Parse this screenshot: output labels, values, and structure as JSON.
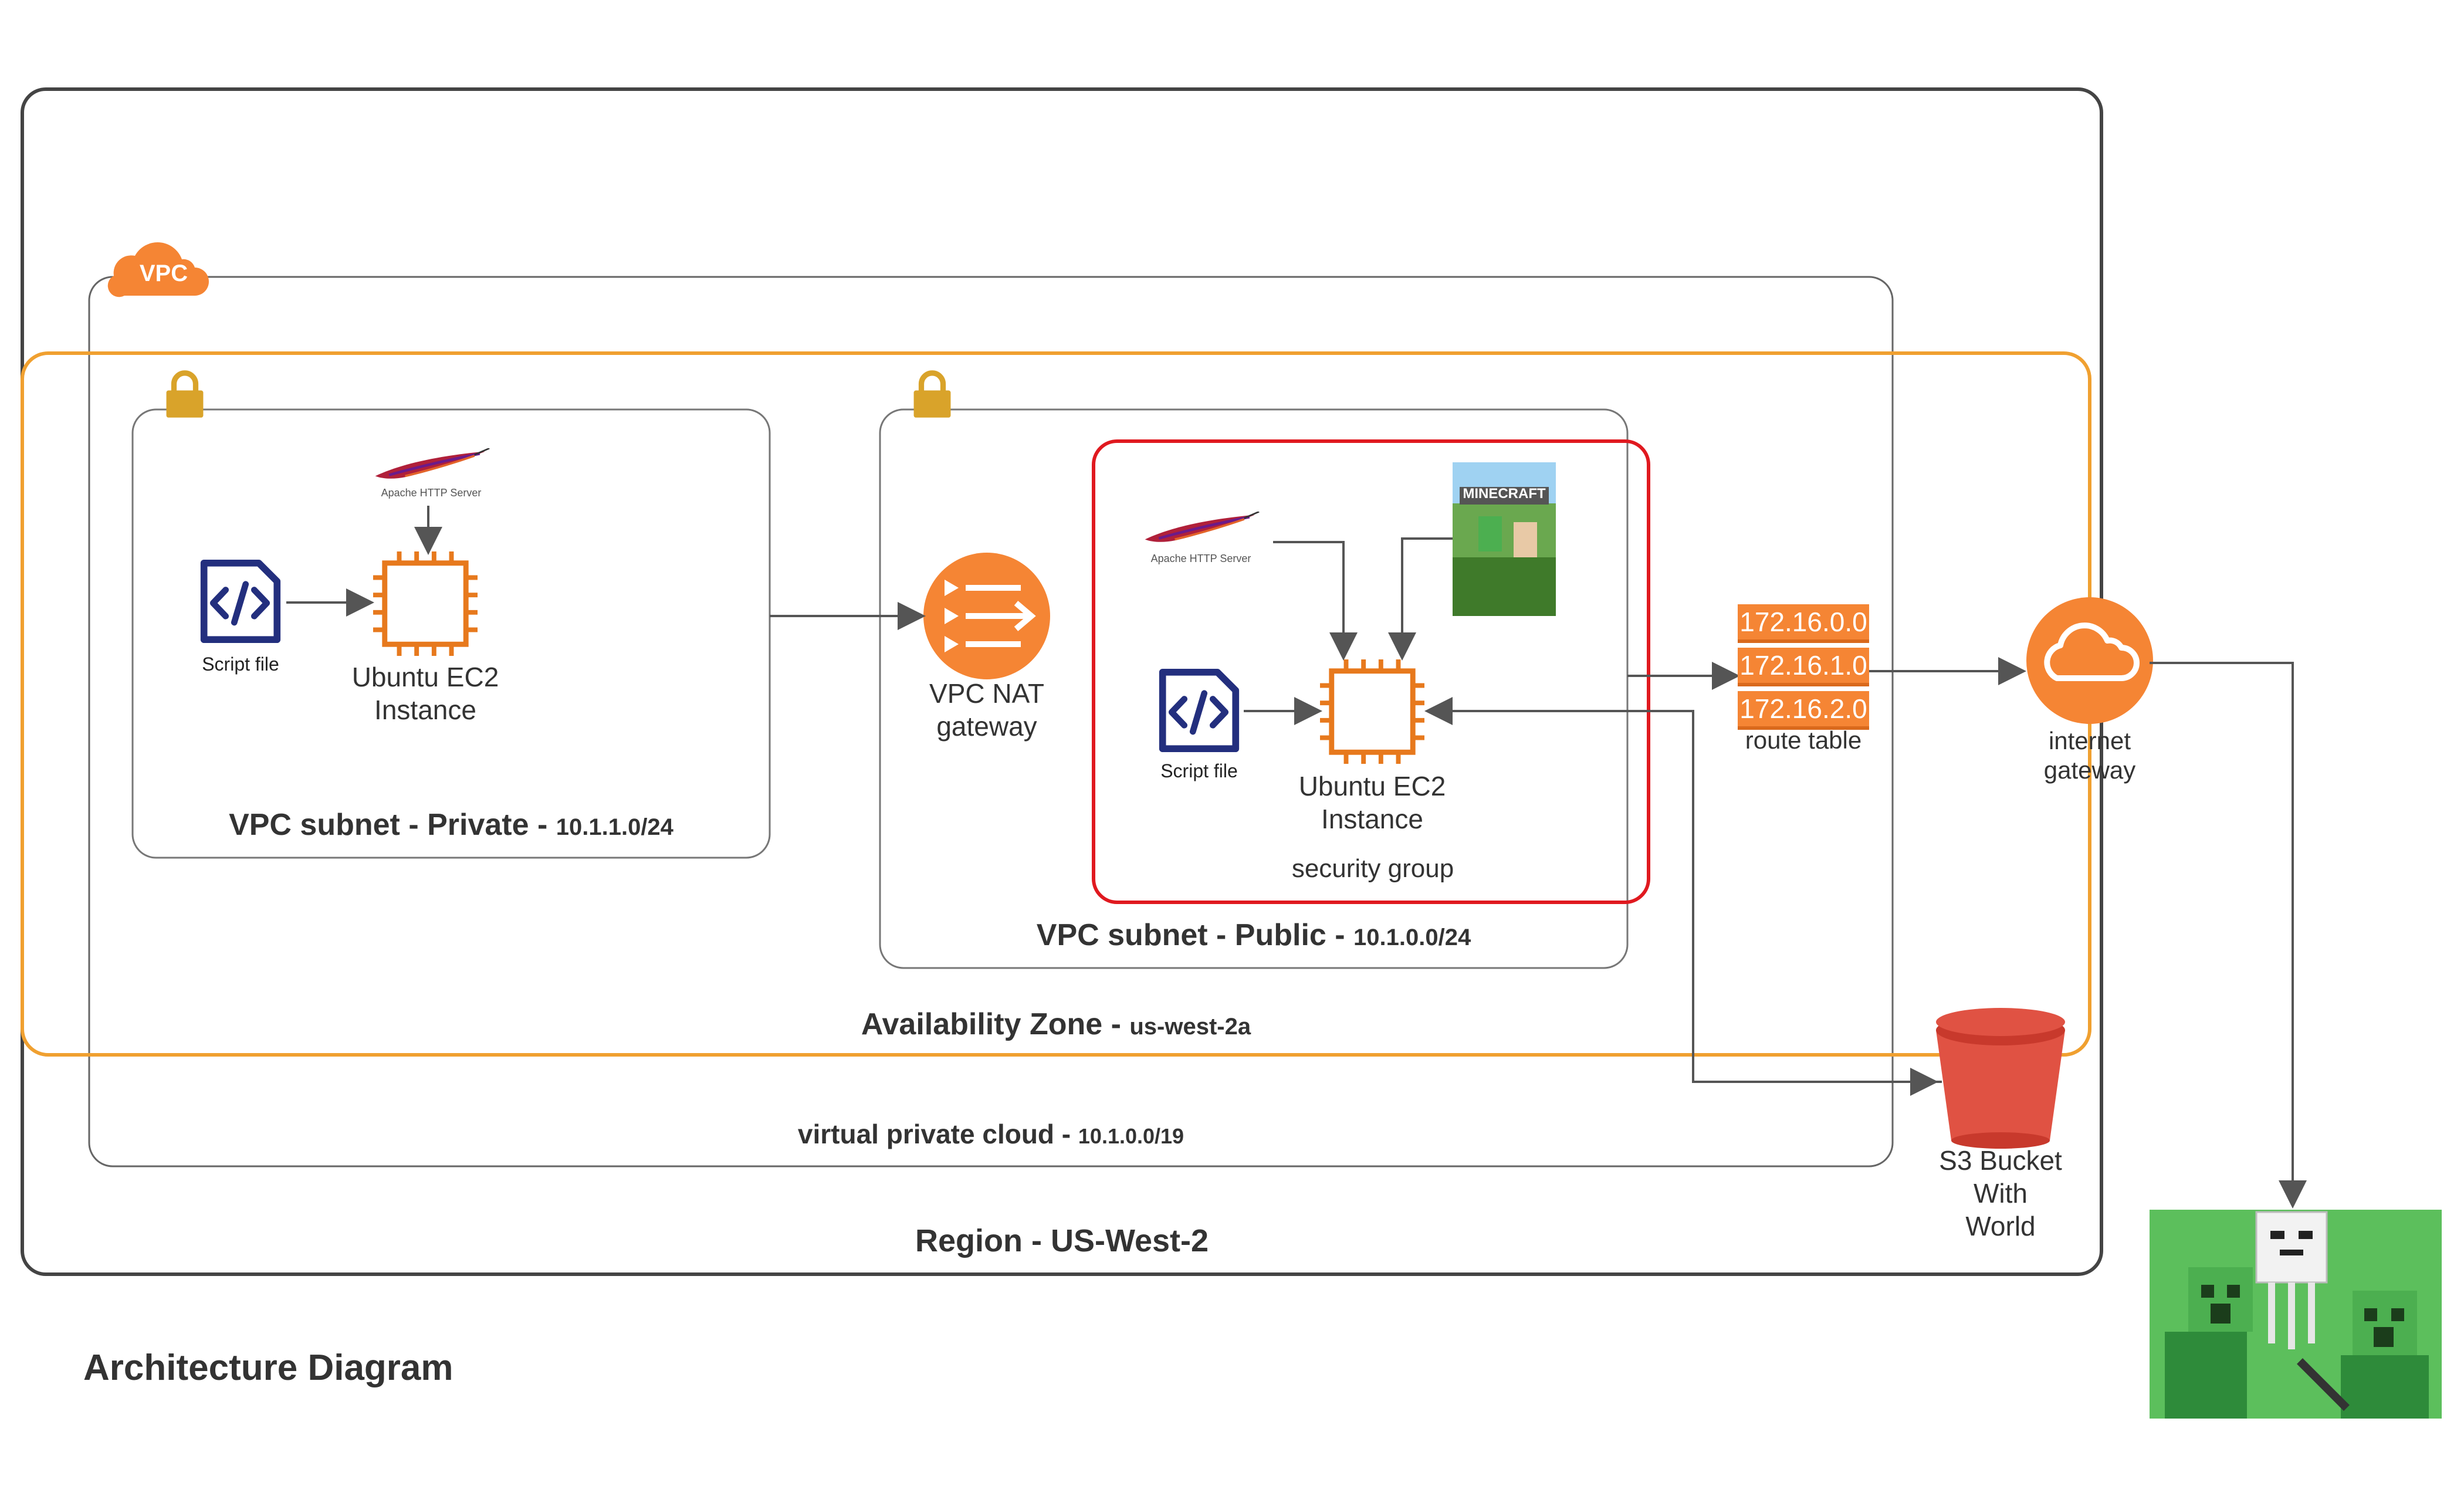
{
  "region": {
    "label": "Region - US-West-2"
  },
  "vpc": {
    "badge": "VPC",
    "label": "virtual private cloud -",
    "cidr": "10.1.0.0/19"
  },
  "availability_zone": {
    "label": "Availability Zone -",
    "zone": "us-west-2a"
  },
  "private_subnet": {
    "label": "VPC subnet - Private -",
    "cidr": "10.1.1.0/24",
    "apache_caption": "Apache HTTP Server",
    "script_label": "Script file",
    "ec2_label_line1": "Ubuntu EC2",
    "ec2_label_line2": "Instance"
  },
  "public_subnet": {
    "label": "VPC subnet - Public -",
    "cidr": "10.1.0.0/24",
    "nat_label_line1": "VPC NAT",
    "nat_label_line2": "gateway",
    "security_group": {
      "label": "security group",
      "apache_caption": "Apache HTTP Server",
      "minecraft_logo": "MINECRAFT",
      "script_label": "Script file",
      "ec2_label_line1": "Ubuntu EC2",
      "ec2_label_line2": "Instance"
    }
  },
  "route_table": {
    "routes": [
      "172.16.0.0",
      "172.16.1.0",
      "172.16.2.0"
    ],
    "label": "route table"
  },
  "internet_gateway": {
    "label_line1": "internet",
    "label_line2": "gateway"
  },
  "s3": {
    "label_line1": "S3 Bucket",
    "label_line2": "With",
    "label_line3": "World"
  },
  "caption": "Architecture Diagram",
  "colors": {
    "aws_orange": "#f58534",
    "az_border": "#f0a030",
    "security_group": "#e0191f",
    "script_blue": "#232f7e",
    "s3_red": "#e05243",
    "lock_gold": "#d9a32a"
  },
  "icons": [
    "vpc-cloud-icon",
    "lock-icon",
    "apache-feather-icon",
    "script-file-icon",
    "ec2-chip-icon",
    "nat-gateway-icon",
    "minecraft-cover-icon",
    "internet-gateway-icon",
    "s3-bucket-icon",
    "minecraft-players-photo"
  ]
}
